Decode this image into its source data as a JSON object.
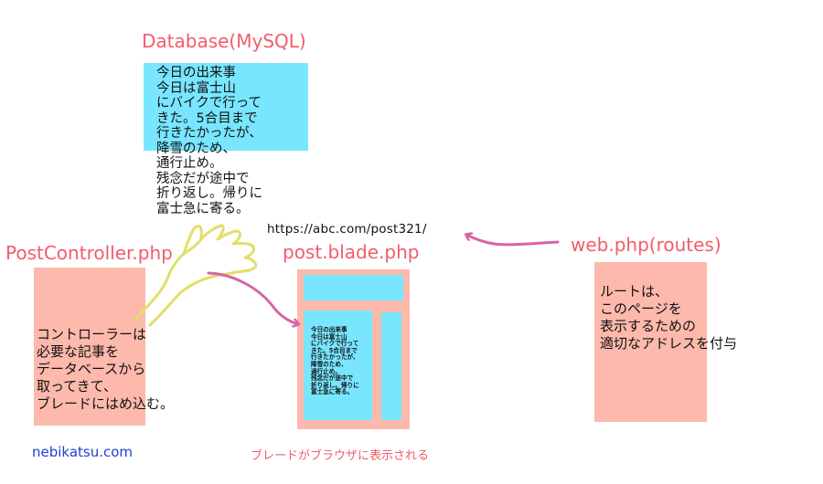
{
  "database": {
    "title": "Database(MySQL)",
    "content": "今日の出来事\n今日は富士山\nにバイクで行って\nきた。5合目まで\n行きたかったが、\n降雪のため、\n通行止め。\n残念だが途中で\n折り返し。帰りに\n富士急に寄る。"
  },
  "url": "https://abc.com/post321/",
  "controller": {
    "title": "PostController.php",
    "description": "コントローラーは\n必要な記事を\nデータベースから\n取ってきて、\nブレードにはめ込む。"
  },
  "blade": {
    "title": "post.blade.php",
    "content": "今日の出来事\n今日は富士山\nにバイクで行って\nきた。5合目まで\n行きたかったが、\n降雪のため、\n通行止め。\n残念だが途中で\n折り返し。帰りに\n富士急に寄る。",
    "caption": "ブレードがブラウザに表示される"
  },
  "routes": {
    "title": "web.php(routes)",
    "description": "ルートは、\nこのページを\n表示するための\n適切なアドレスを付与"
  },
  "footer": {
    "site": "nebikatsu.com"
  },
  "colors": {
    "title_red": "#f25c6a",
    "box_cyan": "#78e6ff",
    "box_pink": "#fdb9ac",
    "arrow_magenta": "#d664a8",
    "hand_yellow": "#e2de6a",
    "site_blue": "#1f3fd4"
  }
}
